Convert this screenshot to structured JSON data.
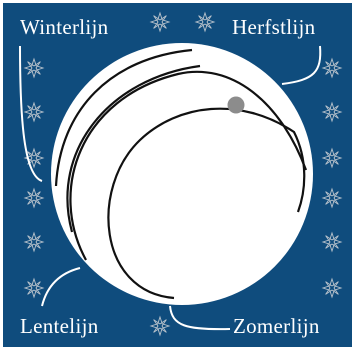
{
  "labels": {
    "winter": "Winterlijn",
    "autumn": "Herfstlijn",
    "spring": "Lentelijn",
    "summer": "Zomerlijn"
  },
  "colors": {
    "background": "#0f4c7d",
    "star": "#b9c3cc",
    "globe": "#ffffff",
    "line": "#111111",
    "dot": "#8c8c8c",
    "leader": "#ffffff"
  },
  "icons": {
    "background_pattern": "snowflake-star-icon"
  }
}
